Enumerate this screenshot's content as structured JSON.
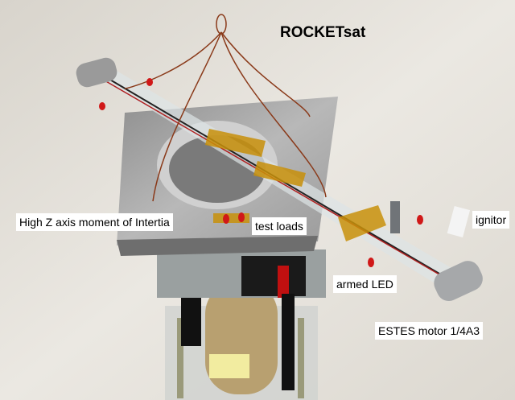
{
  "title": "ROCKETsat",
  "labels": {
    "inertia": "High Z axis moment of Intertia",
    "test_loads": "test loads",
    "ignitor": "ignitor",
    "armed_led": "armed LED",
    "motor": "ESTES motor 1/4A3"
  },
  "colors": {
    "wall": "#e4e0da",
    "aluminum": "#a8a8a8",
    "kapton": "#c8900a"
  }
}
